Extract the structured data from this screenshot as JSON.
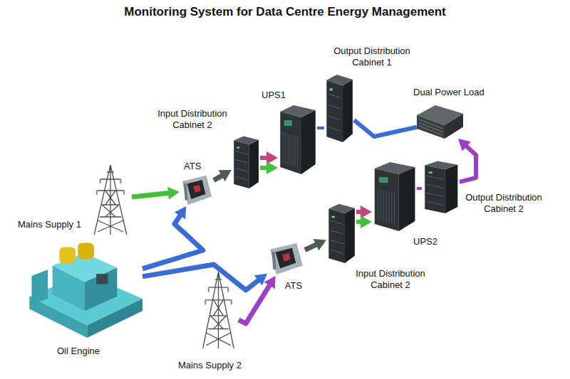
{
  "diagram": {
    "title": "Monitoring System for Data Centre Energy Management",
    "nodes": [
      {
        "text": [
          "Output Distribution Cabinet 1"
        ]
      },
      {
        "text": [
          "UPS1"
        ]
      },
      {
        "text": [
          "Dual Power Load"
        ]
      },
      {
        "text": [
          "Input Distribution Cabinet 2"
        ]
      },
      {
        "text": [
          "ATS"
        ]
      },
      {
        "text": [
          "Output Distribution Cabinet 2"
        ]
      },
      {
        "text": [
          "Mains Supply 1"
        ]
      },
      {
        "text": [
          "UPS2"
        ]
      },
      {
        "text": [
          "Input Distribution Cabinet 2"
        ]
      },
      {
        "text": [
          "ATS"
        ]
      },
      {
        "text": [
          "Oil Engine"
        ]
      },
      {
        "text": [
          "Mains Supply 2"
        ]
      }
    ],
    "edges": [
      {
        "from": 6,
        "to": 4,
        "arrow": "to"
      },
      {
        "from": 10,
        "to": 4,
        "arrow": "to"
      },
      {
        "from": 10,
        "to": 9,
        "arrow": "to"
      },
      {
        "from": 11,
        "to": 9,
        "arrow": "to"
      },
      {
        "from": 4,
        "to": 3,
        "arrow": "to"
      },
      {
        "from": 3,
        "to": 1,
        "arrow": "to"
      },
      {
        "from": 3,
        "to": 1,
        "arrow": "to"
      },
      {
        "from": 1,
        "to": 0,
        "arrow": "none"
      },
      {
        "from": 0,
        "to": 2,
        "arrow": "none"
      },
      {
        "from": 9,
        "to": 8,
        "arrow": "to"
      },
      {
        "from": 8,
        "to": 7,
        "arrow": "to"
      },
      {
        "from": 8,
        "to": 7,
        "arrow": "to"
      },
      {
        "from": 7,
        "to": 5,
        "arrow": "none"
      },
      {
        "from": 5,
        "to": 2,
        "arrow": "to"
      }
    ]
  }
}
